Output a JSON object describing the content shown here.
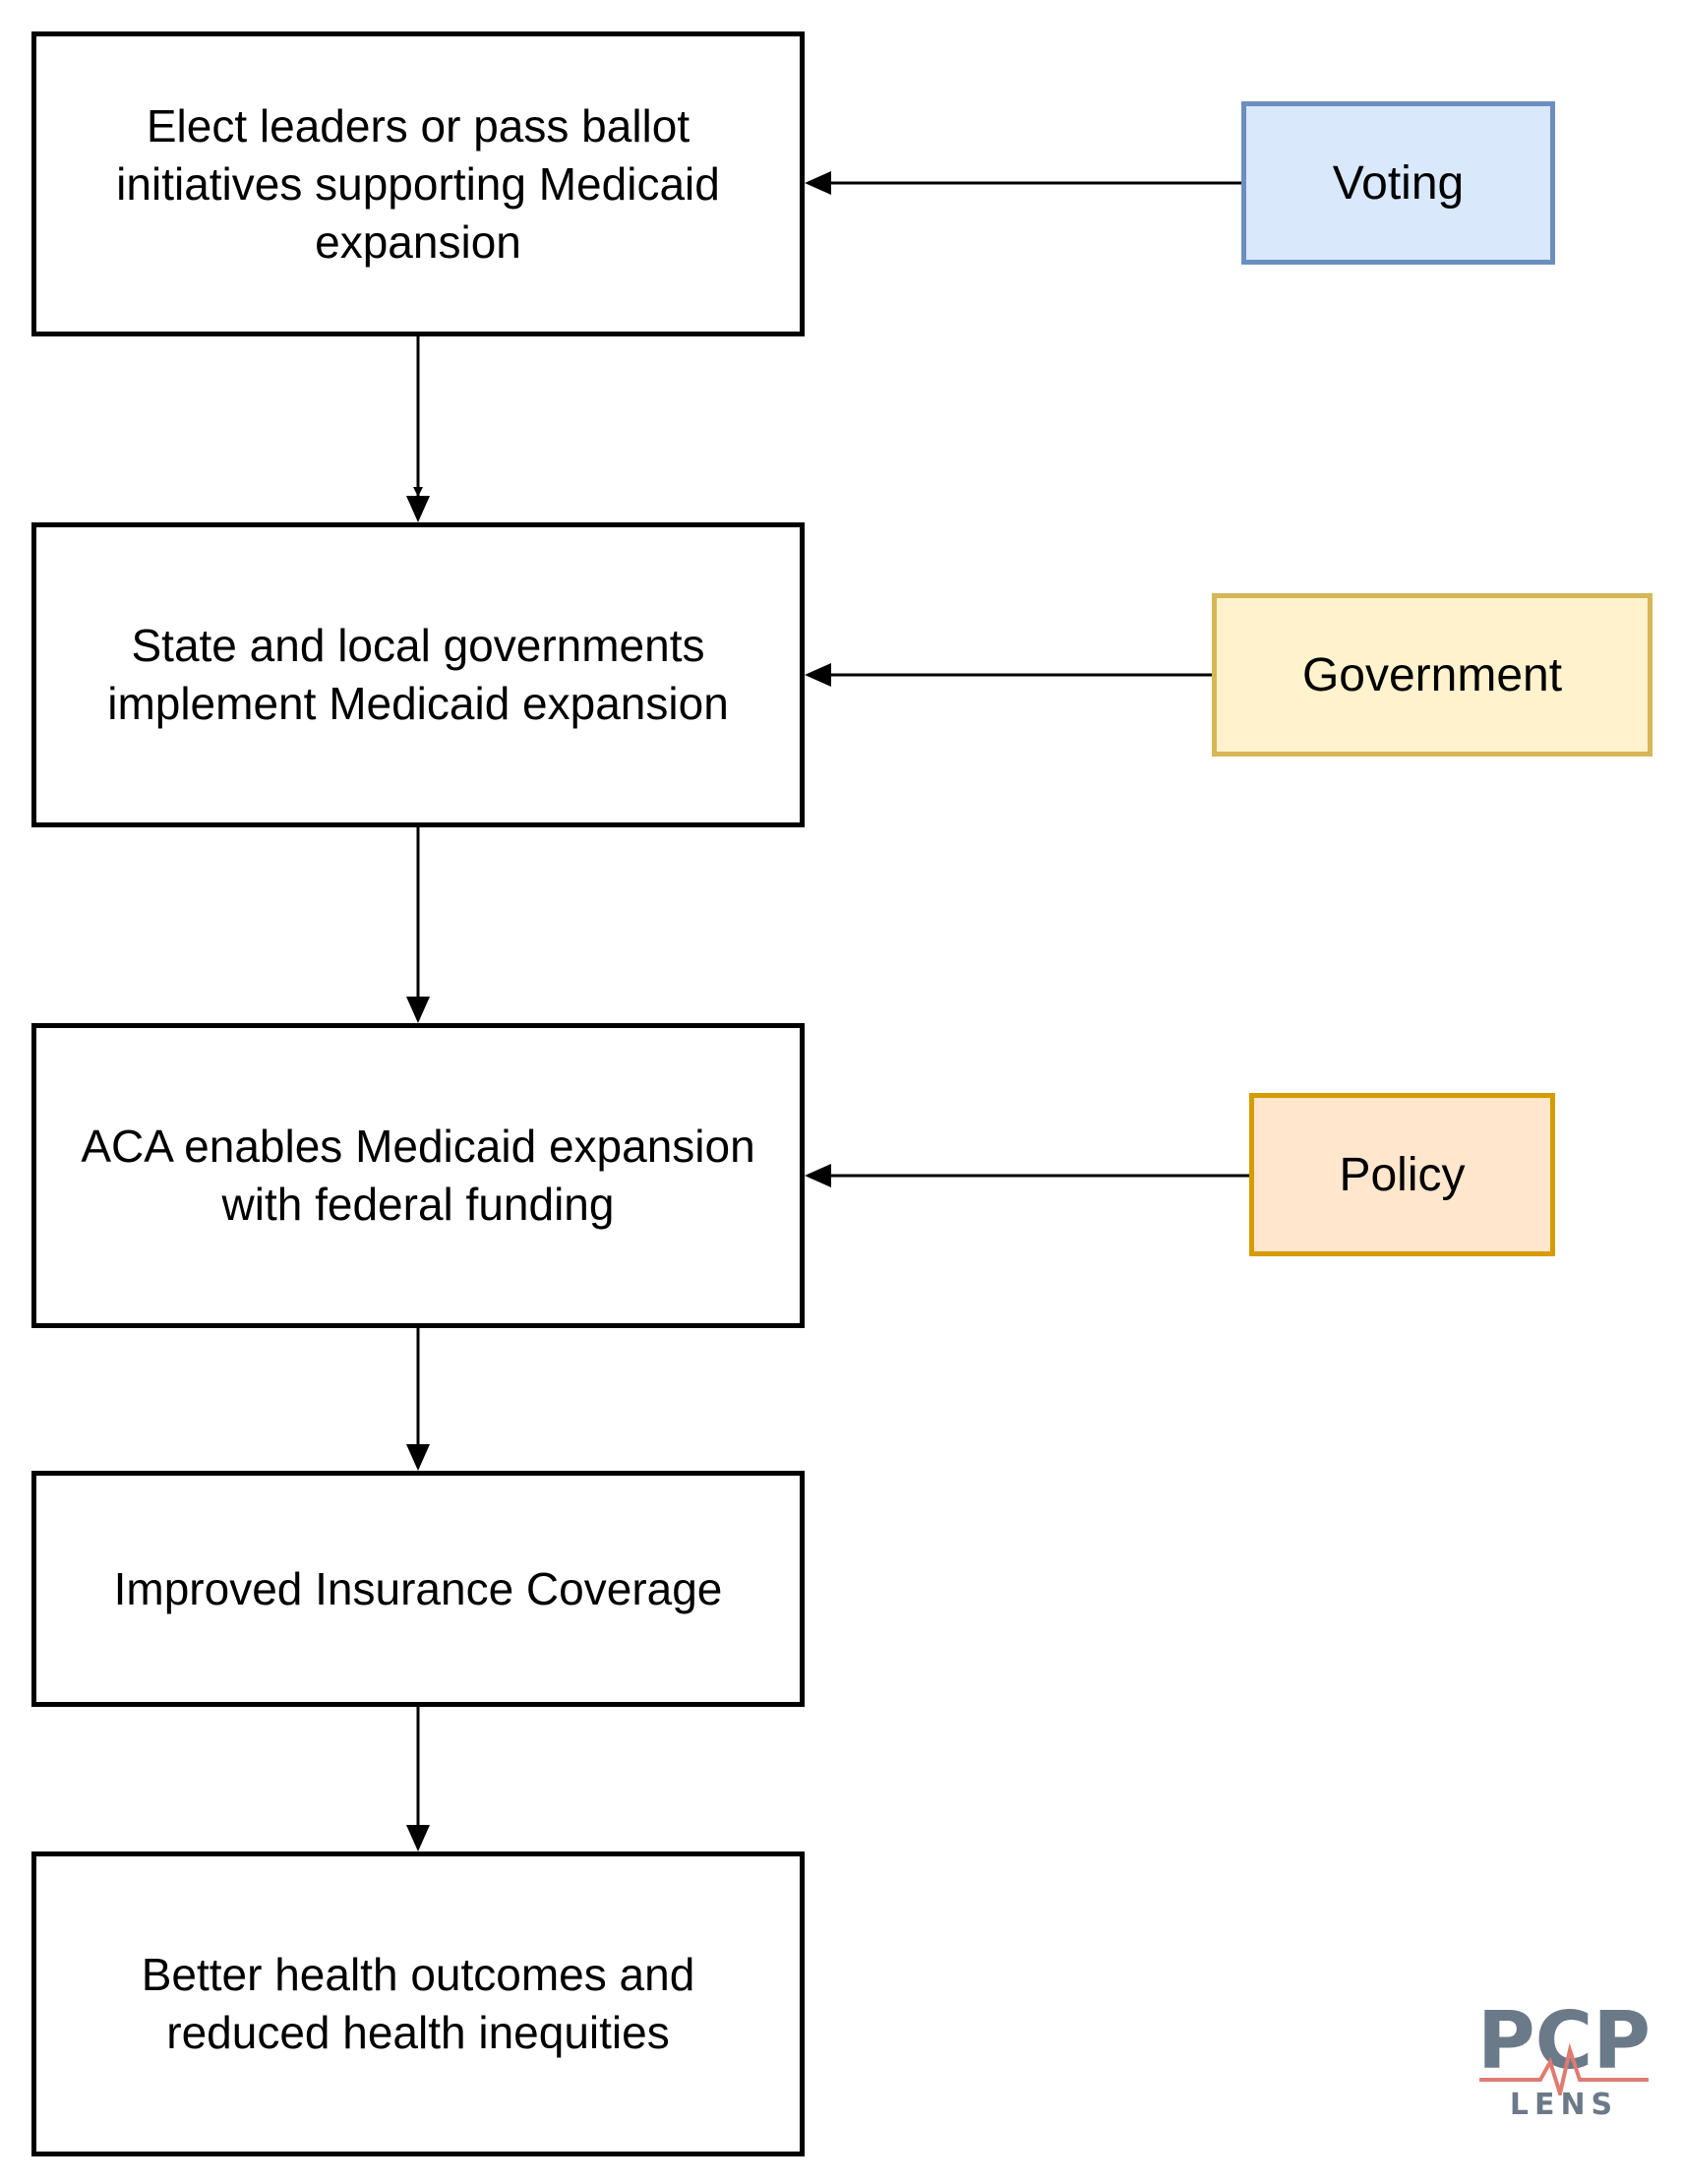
{
  "flow_steps": [
    "Elect leaders or pass ballot initiatives supporting Medicaid expansion",
    "State and local governments implement Medicaid expansion",
    "ACA enables Medicaid expansion with federal funding",
    "Improved Insurance Coverage",
    "Better health outcomes and reduced health inequities"
  ],
  "side_labels": [
    {
      "label": "Voting",
      "fill": "#dae8fc",
      "border": "#6c8ebf"
    },
    {
      "label": "Government",
      "fill": "#fff2cc",
      "border": "#d6b656"
    },
    {
      "label": "Policy",
      "fill": "#ffe6cc",
      "border": "#d79b00"
    }
  ],
  "logo": {
    "mark": "PCP",
    "sub": "LENS",
    "colors": {
      "letters": "#6b7a88",
      "pulse": "#e07b72"
    }
  },
  "colors": {
    "line": "#000000",
    "box_border": "#000000"
  }
}
